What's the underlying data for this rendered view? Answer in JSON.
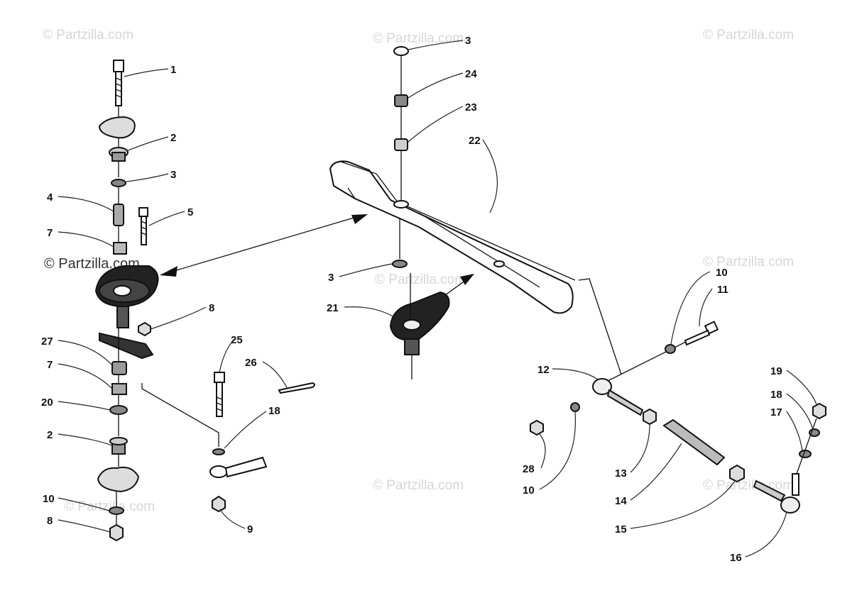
{
  "watermark": {
    "text": "© Partzilla.com"
  },
  "callouts": {
    "c1": "1",
    "c2a": "2",
    "c3a": "3",
    "c4": "4",
    "c5": "5",
    "c7a": "7",
    "c8a": "8",
    "c27": "27",
    "c7b": "7",
    "c20": "20",
    "c2b": "2",
    "c10a": "10",
    "c8b": "8",
    "c25": "25",
    "c26": "26",
    "c18a": "18",
    "c9": "9",
    "c3b": "3",
    "c24": "24",
    "c23": "23",
    "c22": "22",
    "c3c": "3",
    "c21": "21",
    "c10b": "10",
    "c11": "11",
    "c12": "12",
    "c19": "19",
    "c18b": "18",
    "c17": "17",
    "c28": "28",
    "c10c": "10",
    "c13": "13",
    "c14": "14",
    "c15": "15",
    "c16": "16"
  }
}
